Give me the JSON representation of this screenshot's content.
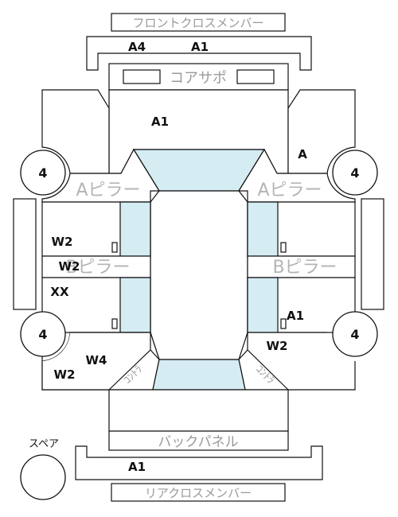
{
  "labels": {
    "front_cross_member": "フロントクロスメンバー",
    "core_support": "コアサポ",
    "a_pillar_left": "Aピラー",
    "a_pillar_right": "Aピラー",
    "b_pillar_left": "Bピラー",
    "b_pillar_right": "Bピラー",
    "back_panel": "バックパネル",
    "rear_cross_member": "リアクロスメンバー",
    "spare": "スペア",
    "trunk_left": "ｺﾝﾄﾗ",
    "trunk_right": "ｺﾝﾄﾗ"
  },
  "wheels": {
    "front_left": "4",
    "front_right": "4",
    "rear_left": "4",
    "rear_right": "4"
  },
  "codes": {
    "front_member_a4": "A4",
    "front_member_a1": "A1",
    "hood_a1": "A1",
    "front_right_fender_a": "A",
    "left_middle_w2": "W2",
    "left_b_pillar_w2": "W2",
    "left_rear_door_xx": "XX",
    "left_quarter_w4": "W4",
    "left_quarter_w2": "W2",
    "right_rear_door_a1": "A1",
    "right_quarter_w2": "W2",
    "rear_member_a1": "A1"
  },
  "colors": {
    "glass": "#d5ecf3",
    "line": "#111111",
    "muted_text": "#9a9a9a"
  }
}
